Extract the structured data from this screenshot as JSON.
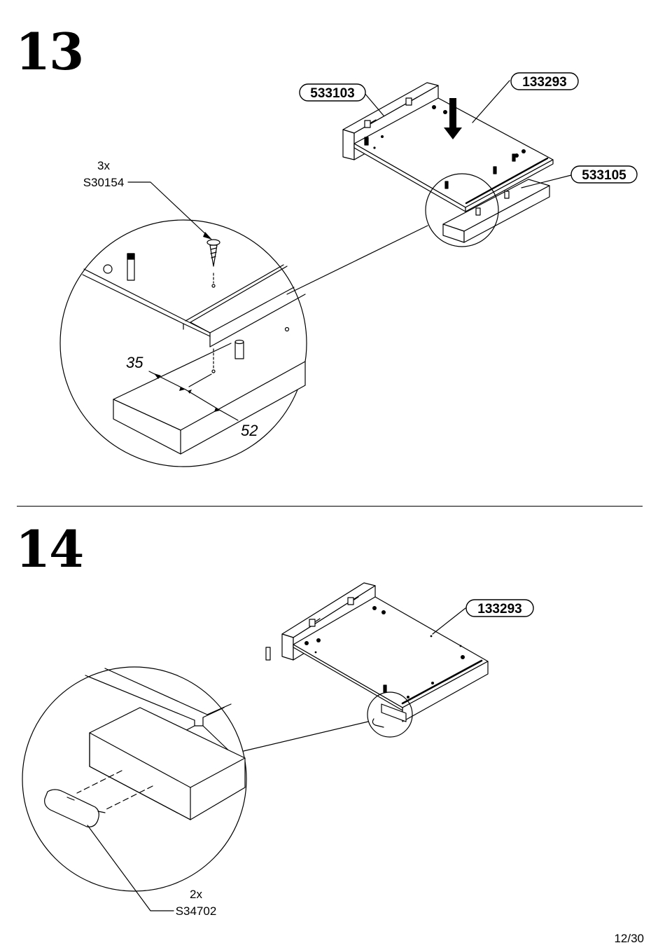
{
  "steps": [
    {
      "number": "13",
      "callouts": {
        "a": "533103",
        "b": "133293",
        "c": "533105"
      },
      "hardware": {
        "quantity": "3x",
        "code": "S30154"
      },
      "dimensions": {
        "d1": "35",
        "d2": "52"
      }
    },
    {
      "number": "14",
      "callouts": {
        "a": "133293"
      },
      "hardware": {
        "quantity": "2x",
        "code": "S34702"
      }
    }
  ],
  "page": {
    "number": "12/30"
  }
}
